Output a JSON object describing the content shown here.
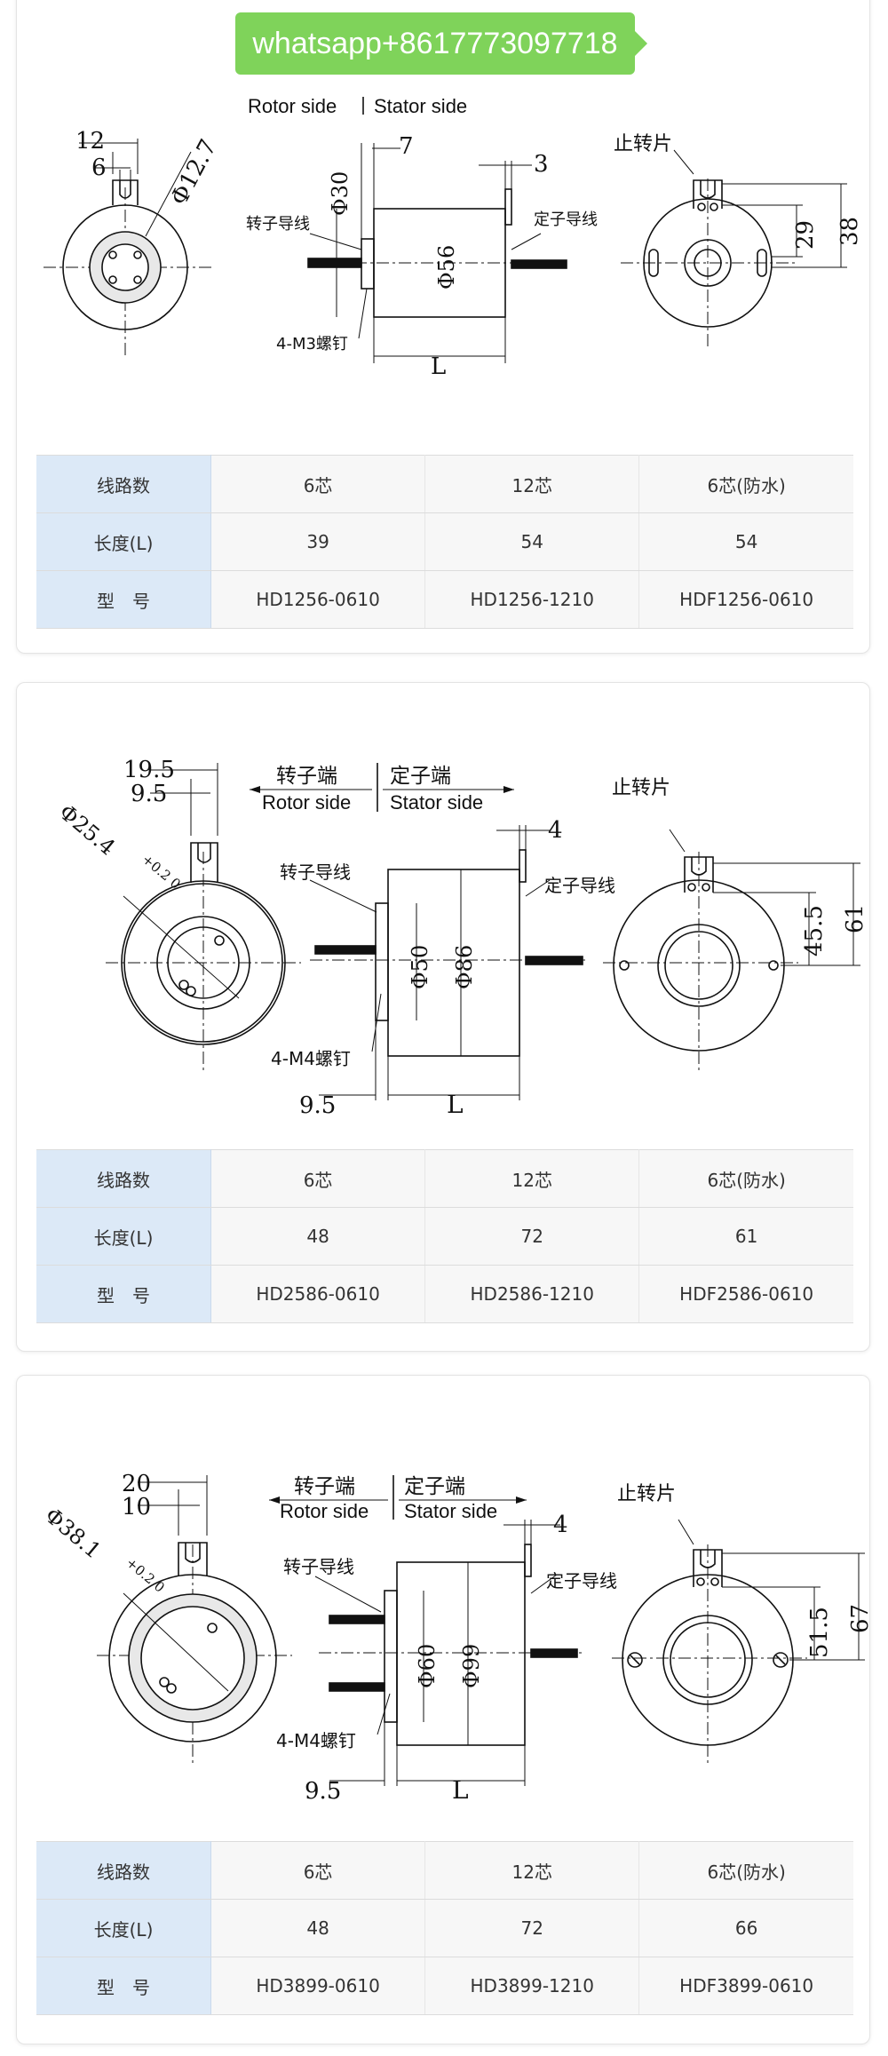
{
  "watermark": "whatsapp+8617773097718",
  "sections": [
    {
      "side_labels": {
        "rotor_cn": "",
        "rotor_en": "Rotor side",
        "stator_cn": "",
        "stator_en": "Stator side"
      },
      "front_view": {
        "dim_outer": "12",
        "dim_inner": "6",
        "dia": "Φ12.7",
        "tol": ""
      },
      "side_view": {
        "dim_left": "7",
        "dim_right": "3",
        "dia_small": "Φ30",
        "dia_large": "Φ56",
        "rotor_lead": "转子导线",
        "stator_lead": "定子导线",
        "screws": "4-M3螺钉",
        "length": "L",
        "bottom_dim": ""
      },
      "rear_view": {
        "tab": "止转片",
        "dim_a": "29",
        "dim_b": "38"
      },
      "table": {
        "rows": [
          {
            "label": "线路数",
            "values": [
              "6芯",
              "12芯",
              "6芯(防水)"
            ]
          },
          {
            "label": "长度(L)",
            "values": [
              "39",
              "54",
              "54"
            ]
          },
          {
            "label": "型　号",
            "values": [
              "HD1256-0610",
              "HD1256-1210",
              "HDF1256-0610"
            ]
          }
        ]
      }
    },
    {
      "side_labels": {
        "rotor_cn": "转子端",
        "rotor_en": "Rotor side",
        "stator_cn": "定子端",
        "stator_en": "Stator side"
      },
      "front_view": {
        "dim_outer": "19.5",
        "dim_inner": "9.5",
        "dia": "Φ25.4",
        "tol": "+0.2 0"
      },
      "side_view": {
        "dim_left": "",
        "dim_right": "4",
        "dia_small": "Φ50",
        "dia_large": "Φ86",
        "rotor_lead": "转子导线",
        "stator_lead": "定子导线",
        "screws": "4-M4螺钉",
        "length": "L",
        "bottom_dim": "9.5"
      },
      "rear_view": {
        "tab": "止转片",
        "dim_a": "45.5",
        "dim_b": "61"
      },
      "table": {
        "rows": [
          {
            "label": "线路数",
            "values": [
              "6芯",
              "12芯",
              "6芯(防水)"
            ]
          },
          {
            "label": "长度(L)",
            "values": [
              "48",
              "72",
              "61"
            ]
          },
          {
            "label": "型　号",
            "values": [
              "HD2586-0610",
              "HD2586-1210",
              "HDF2586-0610"
            ]
          }
        ]
      }
    },
    {
      "side_labels": {
        "rotor_cn": "转子端",
        "rotor_en": "Rotor side",
        "stator_cn": "定子端",
        "stator_en": "Stator side"
      },
      "front_view": {
        "dim_outer": "20",
        "dim_inner": "10",
        "dia": "Φ38.1",
        "tol": "+0.2 0"
      },
      "side_view": {
        "dim_left": "",
        "dim_right": "4",
        "dia_small": "Φ60",
        "dia_large": "Φ99",
        "rotor_lead": "转子导线",
        "stator_lead": "定子导线",
        "screws": "4-M4螺钉",
        "length": "L",
        "bottom_dim": "9.5"
      },
      "rear_view": {
        "tab": "止转片",
        "dim_a": "51.5",
        "dim_b": "67"
      },
      "table": {
        "rows": [
          {
            "label": "线路数",
            "values": [
              "6芯",
              "12芯",
              "6芯(防水)"
            ]
          },
          {
            "label": "长度(L)",
            "values": [
              "48",
              "72",
              "66"
            ]
          },
          {
            "label": "型　号",
            "values": [
              "HD3899-0610",
              "HD3899-1210",
              "HDF3899-0610"
            ]
          }
        ]
      }
    }
  ]
}
